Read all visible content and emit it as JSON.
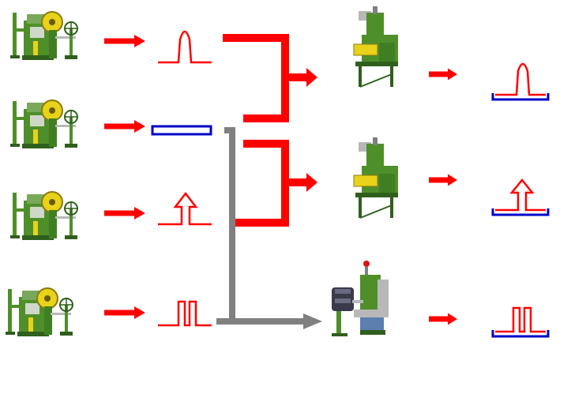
{
  "diagram": {
    "colors": {
      "arrow": "#ff0000",
      "connector": "#808080",
      "profile_red": "#ff0000",
      "profile_blue": "#0000c8",
      "machine_green": "#4f8f2a",
      "machine_dark": "#2f5f1c",
      "machine_yellow": "#e8d21a",
      "machine_silver": "#b8b8b8",
      "warning_light": "#e01010"
    },
    "press_machines": [
      {
        "icon": "punch-press-machine-icon",
        "output_profile": "single-loop"
      },
      {
        "icon": "punch-press-machine-icon",
        "output_profile": "flat-strip"
      },
      {
        "icon": "punch-press-machine-icon",
        "output_profile": "arrow-head"
      },
      {
        "icon": "punch-press-machine-icon",
        "output_profile": "double-loop"
      }
    ],
    "assembly_machines": [
      {
        "icon": "riveting-machine-icon",
        "inputs": [
          "single-loop",
          "flat-strip"
        ],
        "result": "single-loop-on-strip"
      },
      {
        "icon": "riveting-machine-icon",
        "inputs": [
          "flat-strip",
          "arrow-head"
        ],
        "result": "arrow-head-on-strip"
      },
      {
        "icon": "automatic-feeder-machine-icon",
        "inputs": [
          "flat-strip",
          "double-loop"
        ],
        "result": "double-loop-on-strip"
      }
    ]
  }
}
